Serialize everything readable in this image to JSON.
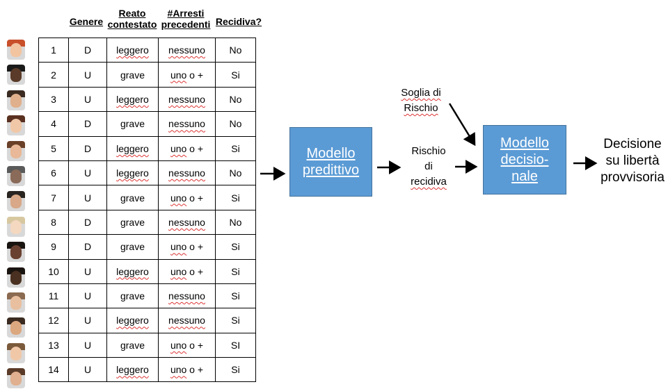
{
  "table": {
    "headers": [
      "Genere",
      "Reato contestato",
      "#Arresti precedenti",
      "Recidiva?"
    ],
    "header_lines": {
      "genere": "Genere",
      "reato_1": "Reato",
      "reato_2": "contestato",
      "arresti_1": "#Arresti",
      "arresti_2": "precedenti",
      "recidiva": "Recidiva?"
    },
    "rows": [
      [
        "1",
        "D",
        "leggero",
        "nessuno",
        "No"
      ],
      [
        "2",
        "U",
        "grave",
        "uno o +",
        "Si"
      ],
      [
        "3",
        "U",
        "leggero",
        "nessuno",
        "No"
      ],
      [
        "4",
        "D",
        "grave",
        "nessuno",
        "No"
      ],
      [
        "5",
        "D",
        "leggero",
        "uno o +",
        "Si"
      ],
      [
        "6",
        "U",
        "leggero",
        "nessuno",
        "No"
      ],
      [
        "7",
        "U",
        "grave",
        "uno o +",
        "Si"
      ],
      [
        "8",
        "D",
        "grave",
        "nessuno",
        "No"
      ],
      [
        "9",
        "D",
        "grave",
        "uno o +",
        "Si"
      ],
      [
        "10",
        "U",
        "leggero",
        "uno o +",
        "Si"
      ],
      [
        "11",
        "U",
        "grave",
        "nessuno",
        "Si"
      ],
      [
        "12",
        "U",
        "leggero",
        "nessuno",
        "Si"
      ],
      [
        "13",
        "U",
        "grave",
        "uno o +",
        "SI"
      ],
      [
        "14",
        "U",
        "leggero",
        "uno o +",
        "Si"
      ]
    ]
  },
  "flow": {
    "predictive_model_1": "Modello",
    "predictive_model_2": "predittivo",
    "risk_1": "Rischio",
    "risk_2": "di",
    "risk_3": "recidiva",
    "threshold_1": "Soglia di",
    "threshold_2": "Rischio",
    "decision_model_1": "Modello",
    "decision_model_2": "decisio-",
    "decision_model_3": "nale",
    "decision_1": "Decisione",
    "decision_2": "su libertà",
    "decision_3": "provvisoria"
  },
  "colors": {
    "box_fill": "#5b9bd5",
    "box_border": "#41719c",
    "spellcheck": "#d33"
  },
  "faces": [
    {
      "skin": "#f2c4a0",
      "hair": "#c8502a"
    },
    {
      "skin": "#5a3a28",
      "hair": "#1a1a1a"
    },
    {
      "skin": "#e0b08c",
      "hair": "#3a2a20"
    },
    {
      "skin": "#f0c8a8",
      "hair": "#5a3020"
    },
    {
      "skin": "#e8b898",
      "hair": "#6a4028"
    },
    {
      "skin": "#8a6a58",
      "hair": "#5a5a5a"
    },
    {
      "skin": "#d8a888",
      "hair": "#2a2420"
    },
    {
      "skin": "#f4d8c0",
      "hair": "#d8c8a0"
    },
    {
      "skin": "#6a4030",
      "hair": "#1a1410"
    },
    {
      "skin": "#4a3020",
      "hair": "#1a1410"
    },
    {
      "skin": "#e8c0a0",
      "hair": "#8a6a50"
    },
    {
      "skin": "#dca880",
      "hair": "#3a2a20"
    },
    {
      "skin": "#f0c8a8",
      "hair": "#7a5a3a"
    },
    {
      "skin": "#e0b090",
      "hair": "#5a3a28"
    }
  ]
}
